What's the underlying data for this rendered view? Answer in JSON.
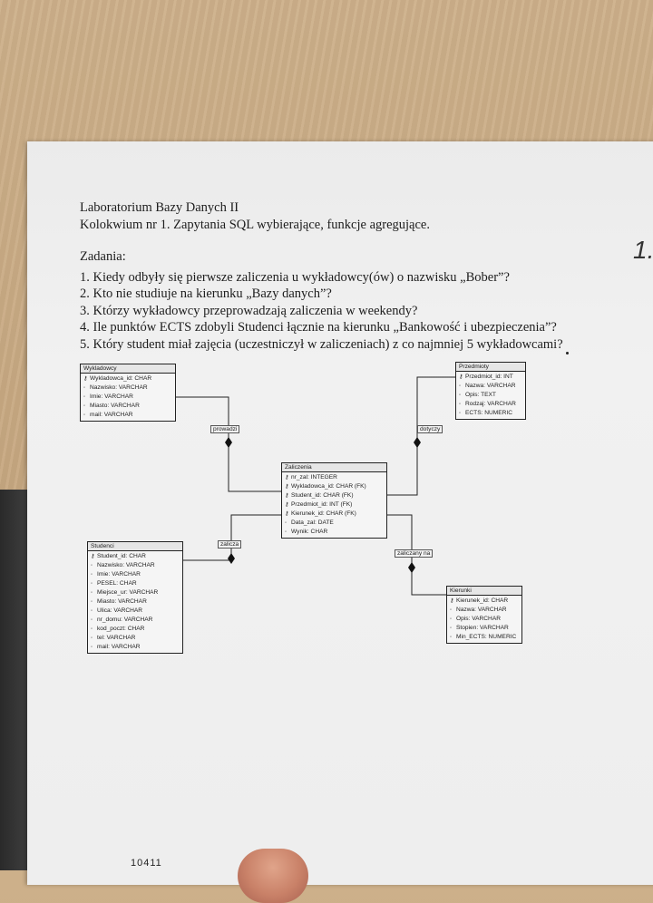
{
  "header": {
    "line1": "Laboratorium Bazy Danych II",
    "line2": "Kolokwium nr 1. Zapytania SQL wybierające, funkcje agregujące."
  },
  "tasks": {
    "heading": "Zadania:",
    "items": [
      "1. Kiedy odbyły się pierwsze zaliczenia u wykładowcy(ów) o nazwisku „Bober”?",
      "2. Kto nie studiuje na kierunku „Bazy danych”?",
      "3. Którzy wykładowcy przeprowadzają zaliczenia w weekendy?",
      "4. Ile punktów ECTS zdobyli Studenci łącznie na kierunku „Bankowość i ubezpieczenia”?",
      "5. Który student miał zajęcia (uczestniczył w zaliczeniach) z co najmniej 5 wykładowcami?"
    ]
  },
  "page_mark": "1.",
  "entities": {
    "wykladowcy": {
      "title": "Wykladowcy",
      "attrs": [
        "Wykladowca_id: CHAR",
        "Nazwisko: VARCHAR",
        "Imie: VARCHAR",
        "Miasto: VARCHAR",
        "mail: VARCHAR"
      ]
    },
    "przedmioty": {
      "title": "Przedmioty",
      "attrs": [
        "Przedmiot_id: INT",
        "Nazwa: VARCHAR",
        "Opis: TEXT",
        "Rodzaj: VARCHAR",
        "ECTS: NUMERIC"
      ]
    },
    "zaliczenia": {
      "title": "Zaliczenia",
      "attrs": [
        "nr_zal: INTEGER",
        "Wykladowca_id: CHAR (FK)",
        "Student_id: CHAR (FK)",
        "Przedmiot_id: INT (FK)",
        "Kierunek_id: CHAR (FK)",
        "Data_zal: DATE",
        "Wynik: CHAR"
      ]
    },
    "studenci": {
      "title": "Studenci",
      "attrs": [
        "Student_id: CHAR",
        "Nazwisko: VARCHAR",
        "Imie: VARCHAR",
        "PESEL: CHAR",
        "Miejsce_ur: VARCHAR",
        "Miasto: VARCHAR",
        "Ulica: VARCHAR",
        "nr_domu: VARCHAR",
        "kod_poczt: CHAR",
        "tel: VARCHAR",
        "mail: VARCHAR"
      ]
    },
    "kierunki": {
      "title": "Kierunki",
      "attrs": [
        "Kierunek_id: CHAR",
        "Nazwa: VARCHAR",
        "Opis: VARCHAR",
        "Stopien: VARCHAR",
        "Min_ECTS: NUMERIC"
      ]
    }
  },
  "relations": {
    "prowadzi": "prowadzi",
    "dotyczy": "dotyczy",
    "zalicza": "zalicza",
    "zaliczany_na": "zaliczany na"
  },
  "footer_fragment": "10411"
}
